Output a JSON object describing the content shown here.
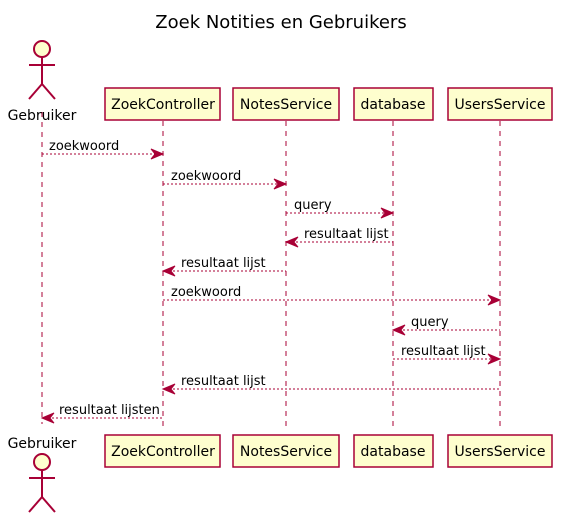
{
  "title": "Zoek Notities en Gebruikers",
  "colors": {
    "line": "#A80036",
    "participant_fill": "#FEFECE"
  },
  "participants": [
    {
      "id": "gebruiker",
      "label": "Gebruiker",
      "kind": "actor"
    },
    {
      "id": "zoekcontroller",
      "label": "ZoekController",
      "kind": "participant"
    },
    {
      "id": "notesservice",
      "label": "NotesService",
      "kind": "participant"
    },
    {
      "id": "database",
      "label": "database",
      "kind": "participant"
    },
    {
      "id": "usersservice",
      "label": "UsersService",
      "kind": "participant"
    }
  ],
  "messages": [
    {
      "from": "gebruiker",
      "to": "zoekcontroller",
      "label": "zoekwoord"
    },
    {
      "from": "zoekcontroller",
      "to": "notesservice",
      "label": "zoekwoord"
    },
    {
      "from": "notesservice",
      "to": "database",
      "label": "query"
    },
    {
      "from": "database",
      "to": "notesservice",
      "label": "resultaat lijst"
    },
    {
      "from": "notesservice",
      "to": "zoekcontroller",
      "label": "resultaat lijst"
    },
    {
      "from": "zoekcontroller",
      "to": "usersservice",
      "label": "zoekwoord"
    },
    {
      "from": "usersservice",
      "to": "database",
      "label": "query"
    },
    {
      "from": "database",
      "to": "usersservice",
      "label": "resultaat lijst"
    },
    {
      "from": "usersservice",
      "to": "zoekcontroller",
      "label": "resultaat lijst"
    },
    {
      "from": "zoekcontroller",
      "to": "gebruiker",
      "label": "resultaat lijsten"
    }
  ]
}
